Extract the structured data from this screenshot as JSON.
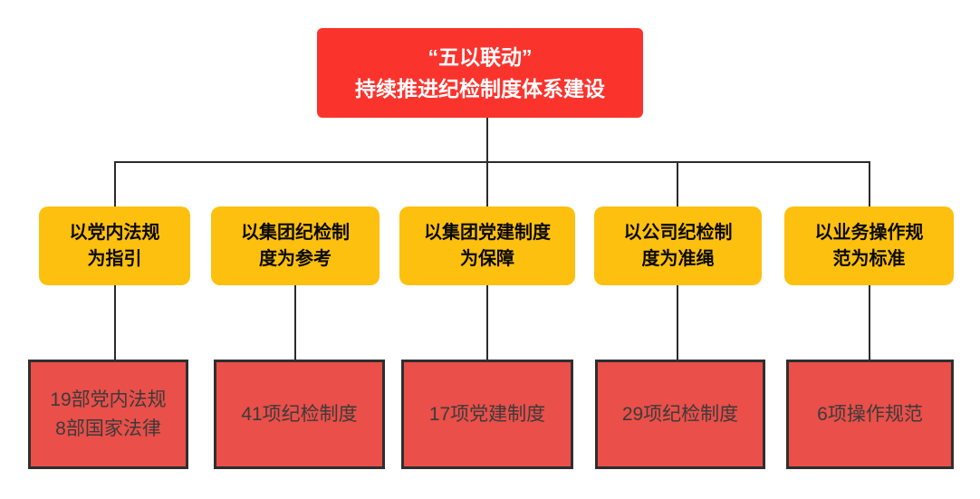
{
  "title": {
    "text": "“五以联动”\n持续推进纪检制度体系建设"
  },
  "columns": [
    {
      "principle": "以党内法规\n为指引",
      "count": "19部党内法规\n8部国家法律"
    },
    {
      "principle": "以集团纪检制\n度为参考",
      "count": "41项纪检制度"
    },
    {
      "principle": "以集团党建制度\n为保障",
      "count": "17项党建制度"
    },
    {
      "principle": "以公司纪检制\n度为准绳",
      "count": "29项纪检制度"
    },
    {
      "principle": "以业务操作规\n范为标准",
      "count": "6项操作规范"
    }
  ],
  "colors": {
    "title_bg": "#FB332D",
    "principle_bg": "#FEC00F",
    "count_bg": "#EA4F49",
    "count_border": "#2F2F2F",
    "line": "#2B2B2B",
    "title_text": "#FFFFFF",
    "principle_text": "#0A0A0A",
    "count_text": "#3B3B3B"
  }
}
